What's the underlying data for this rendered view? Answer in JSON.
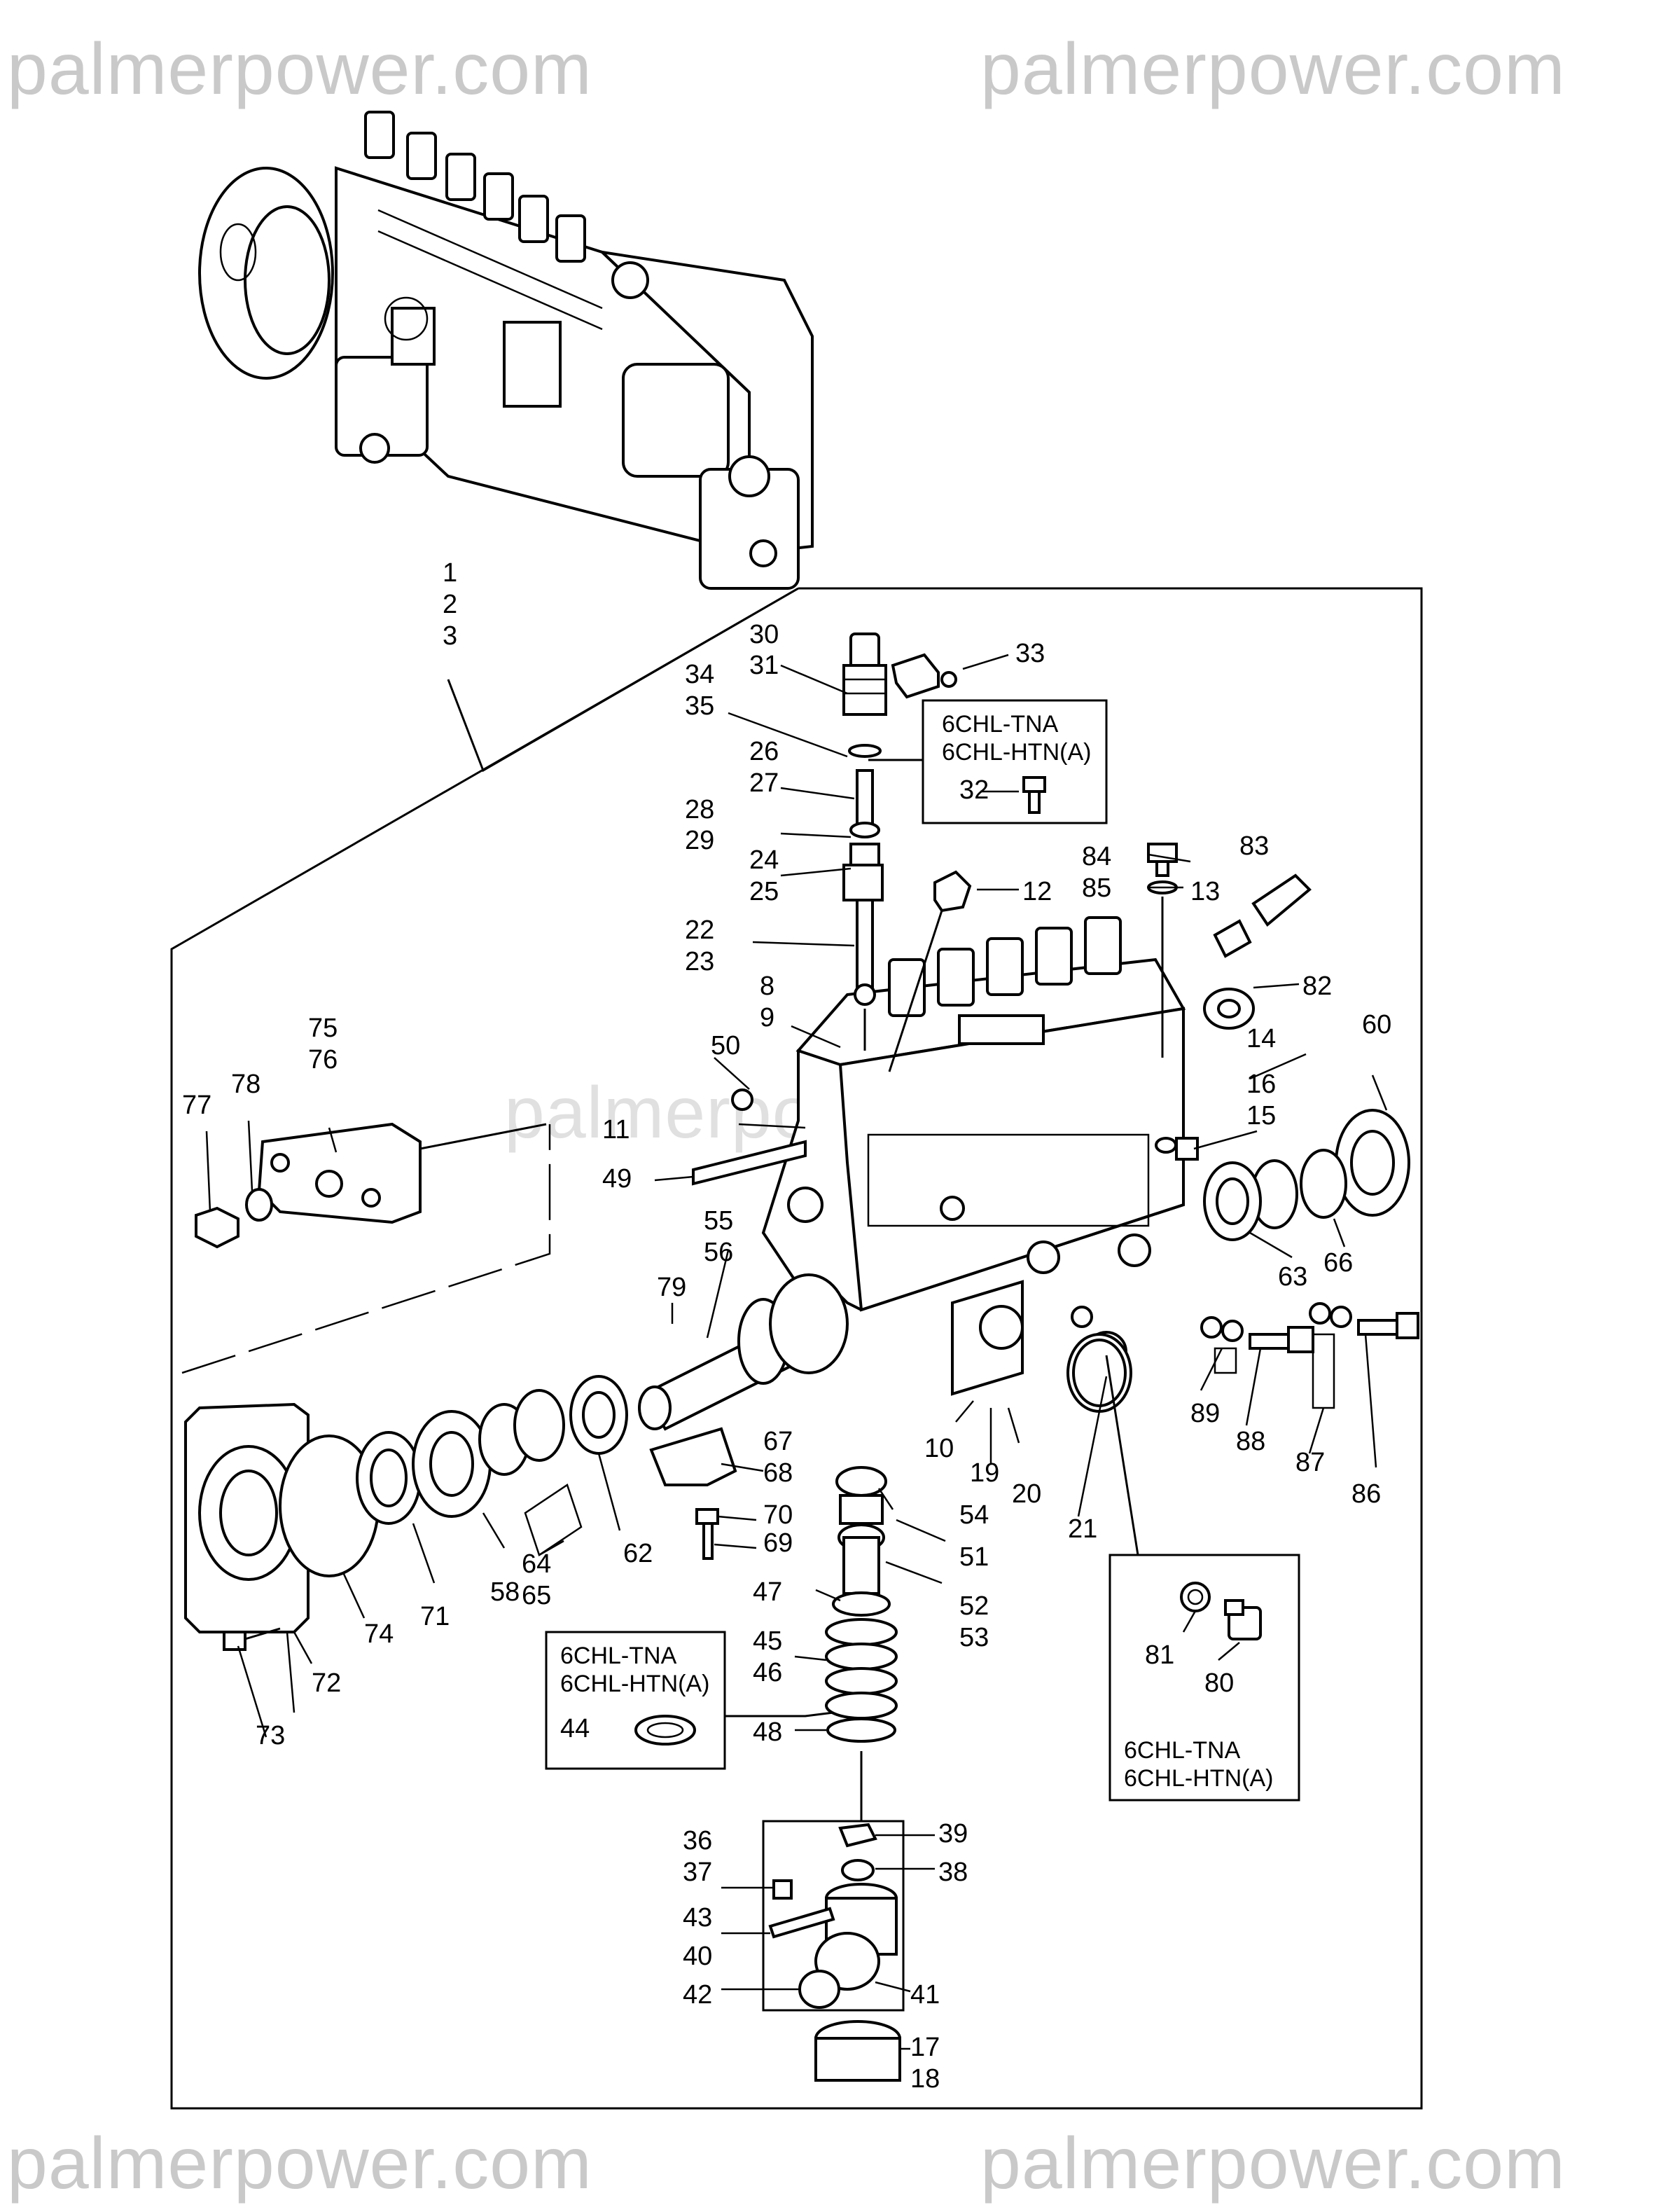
{
  "watermark": "palmerpower.com",
  "callouts": {
    "c1": "1",
    "c2": "2",
    "c3": "3",
    "c8": "8",
    "c9": "9",
    "c10": "10",
    "c11": "11",
    "c12": "12",
    "c13": "13",
    "c14": "14",
    "c15": "15",
    "c16": "16",
    "c17": "17",
    "c18": "18",
    "c19": "19",
    "c20": "20",
    "c21": "21",
    "c22": "22",
    "c23": "23",
    "c24": "24",
    "c25": "25",
    "c26": "26",
    "c27": "27",
    "c28": "28",
    "c29": "29",
    "c30": "30",
    "c31": "31",
    "c32": "32",
    "c33": "33",
    "c34": "34",
    "c35": "35",
    "c36": "36",
    "c37": "37",
    "c38": "38",
    "c39": "39",
    "c40": "40",
    "c41": "41",
    "c42": "42",
    "c43": "43",
    "c44": "44",
    "c45": "45",
    "c46": "46",
    "c47": "47",
    "c48": "48",
    "c49": "49",
    "c50": "50",
    "c51": "51",
    "c52": "52",
    "c53": "53",
    "c54": "54",
    "c55": "55",
    "c56": "56",
    "c58": "58",
    "c60": "60",
    "c62": "62",
    "c63": "63",
    "c64": "64",
    "c65": "65",
    "c66": "66",
    "c67": "67",
    "c68": "68",
    "c69": "69",
    "c70": "70",
    "c71": "71",
    "c72": "72",
    "c73": "73",
    "c74": "74",
    "c75": "75",
    "c76": "76",
    "c77": "77",
    "c78": "78",
    "c79": "79",
    "c80": "80",
    "c81": "81",
    "c82": "82",
    "c83": "83",
    "c84": "84",
    "c85": "85",
    "c86": "86",
    "c87": "87",
    "c88": "88",
    "c89": "89"
  },
  "model_boxes": {
    "box_top": {
      "line1": "6CHL-TNA",
      "line2": "6CHL-HTN(A)"
    },
    "box_mid": {
      "line1": "6CHL-TNA",
      "line2": "6CHL-HTN(A)"
    },
    "box_right": {
      "line1": "6CHL-TNA",
      "line2": "6CHL-HTN(A)"
    }
  }
}
